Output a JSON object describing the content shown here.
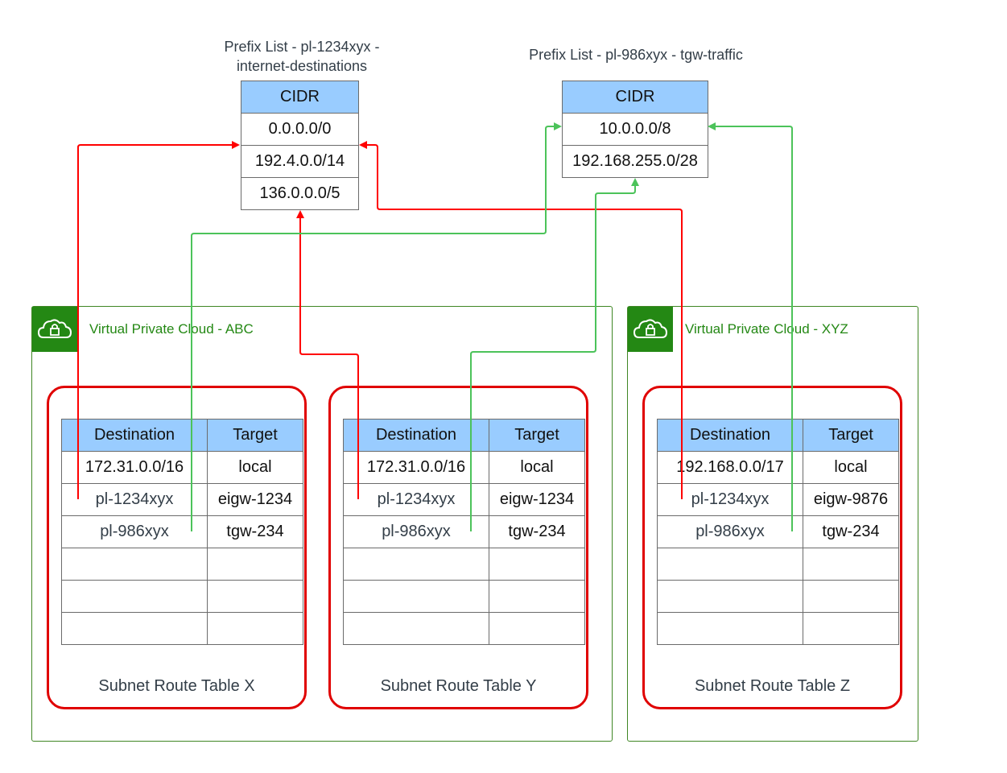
{
  "prefix_lists": [
    {
      "caption_line1": "Prefix List - pl-1234xyx  -",
      "caption_line2": "internet-destinations",
      "header": "CIDR",
      "cidrs": [
        "0.0.0.0/0",
        "192.4.0.0/14",
        "136.0.0.0/5"
      ]
    },
    {
      "caption_line1": "Prefix List - pl-986xyx  - tgw-traffic",
      "header": "CIDR",
      "cidrs": [
        "10.0.0.0/8",
        "192.168.255.0/28"
      ]
    }
  ],
  "vpcs": [
    {
      "title": "Virtual Private Cloud - ABC",
      "icon": "cloud-lock-icon"
    },
    {
      "title": "Virtual Private Cloud - XYZ",
      "icon": "cloud-lock-icon"
    }
  ],
  "route_tables": [
    {
      "name": "Subnet Route Table X",
      "headers": [
        "Destination",
        "Target"
      ],
      "rows": [
        [
          "172.31.0.0/16",
          "local"
        ],
        [
          "pl-1234xyx",
          "eigw-1234"
        ],
        [
          "pl-986xyx",
          "tgw-234"
        ],
        [
          "",
          ""
        ],
        [
          "",
          ""
        ],
        [
          "",
          ""
        ]
      ]
    },
    {
      "name": "Subnet Route Table Y",
      "headers": [
        "Destination",
        "Target"
      ],
      "rows": [
        [
          "172.31.0.0/16",
          "local"
        ],
        [
          "pl-1234xyx",
          "eigw-1234"
        ],
        [
          "pl-986xyx",
          "tgw-234"
        ],
        [
          "",
          ""
        ],
        [
          "",
          ""
        ],
        [
          "",
          ""
        ]
      ]
    },
    {
      "name": "Subnet Route Table Z",
      "headers": [
        "Destination",
        "Target"
      ],
      "rows": [
        [
          "192.168.0.0/17",
          "local"
        ],
        [
          "pl-1234xyx",
          "eigw-9876"
        ],
        [
          "pl-986xyx",
          "tgw-234"
        ],
        [
          "",
          ""
        ],
        [
          "",
          ""
        ],
        [
          "",
          ""
        ]
      ]
    }
  ],
  "colors": {
    "internet_arrow": "#ff0000",
    "tgw_arrow": "#4cc35a",
    "vpc_green": "#248814",
    "header_blue": "#99ccff",
    "route_table_frame": "#e00000"
  }
}
